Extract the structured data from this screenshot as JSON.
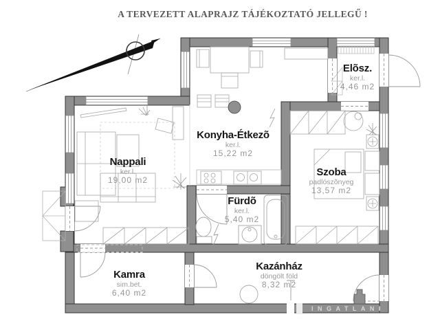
{
  "title": "A TERVEZETT ALAPRAJZ TÁJÉKOZTATÓ JELLEGŰ !",
  "rooms": [
    {
      "id": "nappali",
      "name": "Nappali",
      "finish": "ker.l.",
      "area": "19,00 m2"
    },
    {
      "id": "konyha",
      "name": "Konyha-Étkezõ",
      "finish": "ker.l.",
      "area": "15,22 m2"
    },
    {
      "id": "elosz",
      "name": "Elõsz.",
      "finish": "ker.l.",
      "area": "4,46 m2"
    },
    {
      "id": "szoba",
      "name": "Szoba",
      "finish": "padlószõnyeg",
      "area": "13,57 m2"
    },
    {
      "id": "furdo",
      "name": "Fürdõ",
      "finish": "ker.l.",
      "area": "5,40 m2"
    },
    {
      "id": "kamra",
      "name": "Kamra",
      "finish": "sim.bet.",
      "area": "6,40 m2"
    },
    {
      "id": "kazanhaz",
      "name": "Kazánház",
      "finish": "döngölt föld",
      "area": "8,32 m2"
    }
  ],
  "watermark": {
    "brand": "INGATLANI"
  },
  "icons": {
    "compass": "north-arrow-icon",
    "logo": "columns-logo-icon"
  },
  "colors": {
    "wall": "#8f8f8f",
    "wall_outline": "#333333",
    "furniture": "#a6a6a6",
    "room_name": "#161616",
    "muted_text": "#9a9a9a",
    "title_text": "#5a5a5a",
    "watermark_text": "#d9d9d9"
  }
}
